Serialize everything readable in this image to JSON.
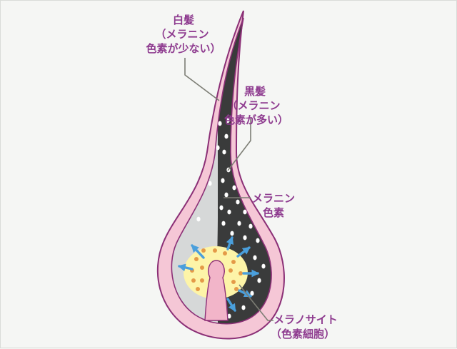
{
  "labels": {
    "white_hair": {
      "line1": "白髪",
      "line2": "（メラニン",
      "line3": "色素が少ない）"
    },
    "black_hair": {
      "line1": "黒髪",
      "line2": "（メラニン",
      "line3": "色素が多い）"
    },
    "melanin": {
      "line1": "メラニン",
      "line2": "色素"
    },
    "melanocyte": {
      "line1": "メラノサイト",
      "line2": "（色素細胞）"
    }
  },
  "colors": {
    "label_text": "#8e3b8f",
    "outer_pink": "#f5c7d6",
    "outline": "#8b2f76",
    "white_hair_gray": "#d6d8d8",
    "black_hair_dark": "#3a3b3b",
    "melanocyte_yellow": "#fdf4a8",
    "papilla_pink": "#f2b5c9",
    "granule_orange": "#e49a48",
    "arrow_blue": "#4a9fdc",
    "leader_line": "#7c7d74"
  }
}
